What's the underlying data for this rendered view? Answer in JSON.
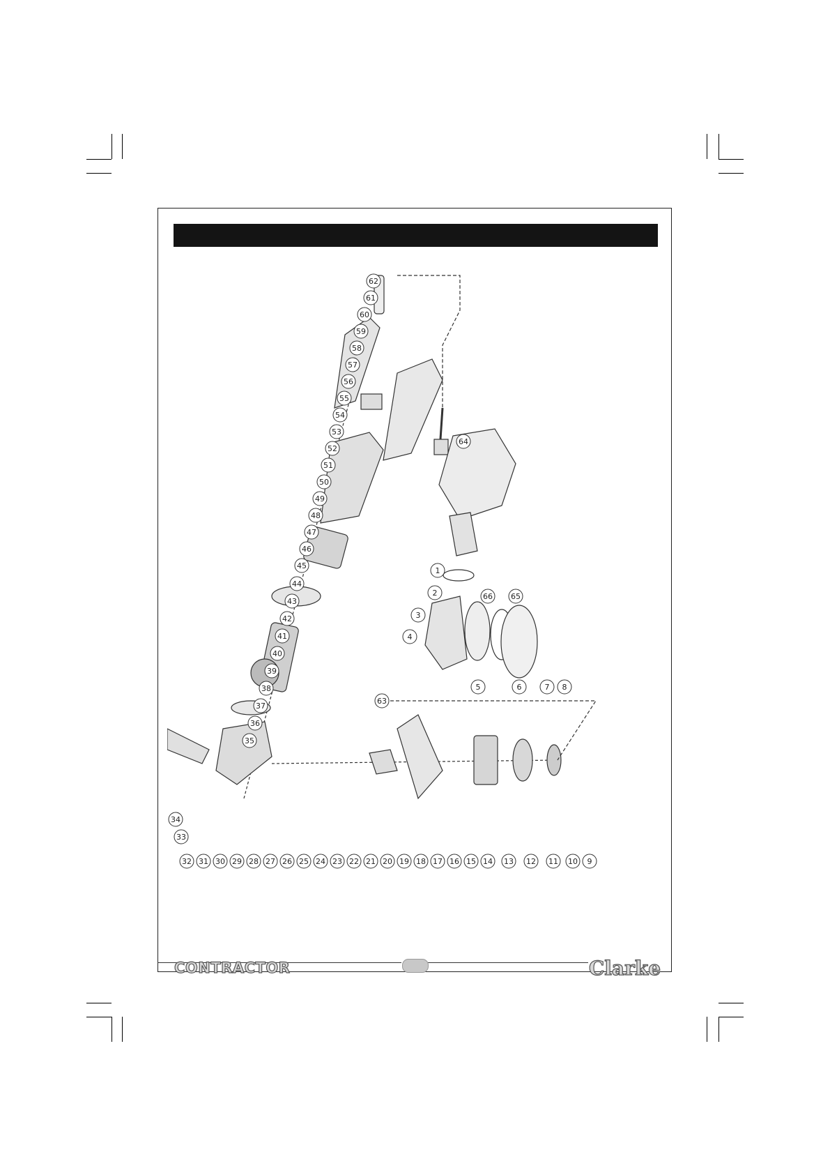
{
  "header": {
    "title": ""
  },
  "diagram": {
    "part_numbers": [
      "1",
      "2",
      "3",
      "4",
      "5",
      "6",
      "7",
      "8",
      "9",
      "10",
      "11",
      "12",
      "13",
      "14",
      "15",
      "16",
      "17",
      "18",
      "19",
      "20",
      "21",
      "22",
      "23",
      "24",
      "25",
      "26",
      "27",
      "28",
      "29",
      "30",
      "31",
      "32",
      "33",
      "34",
      "35",
      "36",
      "37",
      "38",
      "39",
      "40",
      "41",
      "42",
      "43",
      "44",
      "45",
      "46",
      "47",
      "48",
      "49",
      "50",
      "51",
      "52",
      "53",
      "54",
      "55",
      "56",
      "57",
      "58",
      "59",
      "60",
      "61",
      "62",
      "63",
      "64",
      "65",
      "66"
    ],
    "lower_row": [
      "9",
      "10",
      "11",
      "12",
      "13",
      "14",
      "15",
      "16",
      "17",
      "18",
      "19",
      "20",
      "21",
      "22",
      "23",
      "24",
      "25",
      "26",
      "27",
      "28",
      "29",
      "30",
      "31",
      "32"
    ],
    "main_column": [
      "33",
      "34",
      "35",
      "36",
      "37",
      "38",
      "39",
      "40",
      "41",
      "42",
      "43",
      "44",
      "45",
      "46",
      "47",
      "48",
      "49",
      "50",
      "51",
      "52",
      "53",
      "54",
      "55",
      "56",
      "57",
      "58",
      "59",
      "60",
      "61",
      "62"
    ],
    "pad_assembly": [
      "1",
      "2",
      "3",
      "4",
      "5",
      "6",
      "7",
      "8",
      "66",
      "65"
    ],
    "extra": [
      "63",
      "64"
    ]
  },
  "footer": {
    "brand_left": "CONTRACTOR",
    "brand_right": "Clarke",
    "page_number": ""
  },
  "colors": {
    "header_bar": "#141414",
    "frame": "#222222",
    "brand_fill": "#d8d8d8"
  }
}
